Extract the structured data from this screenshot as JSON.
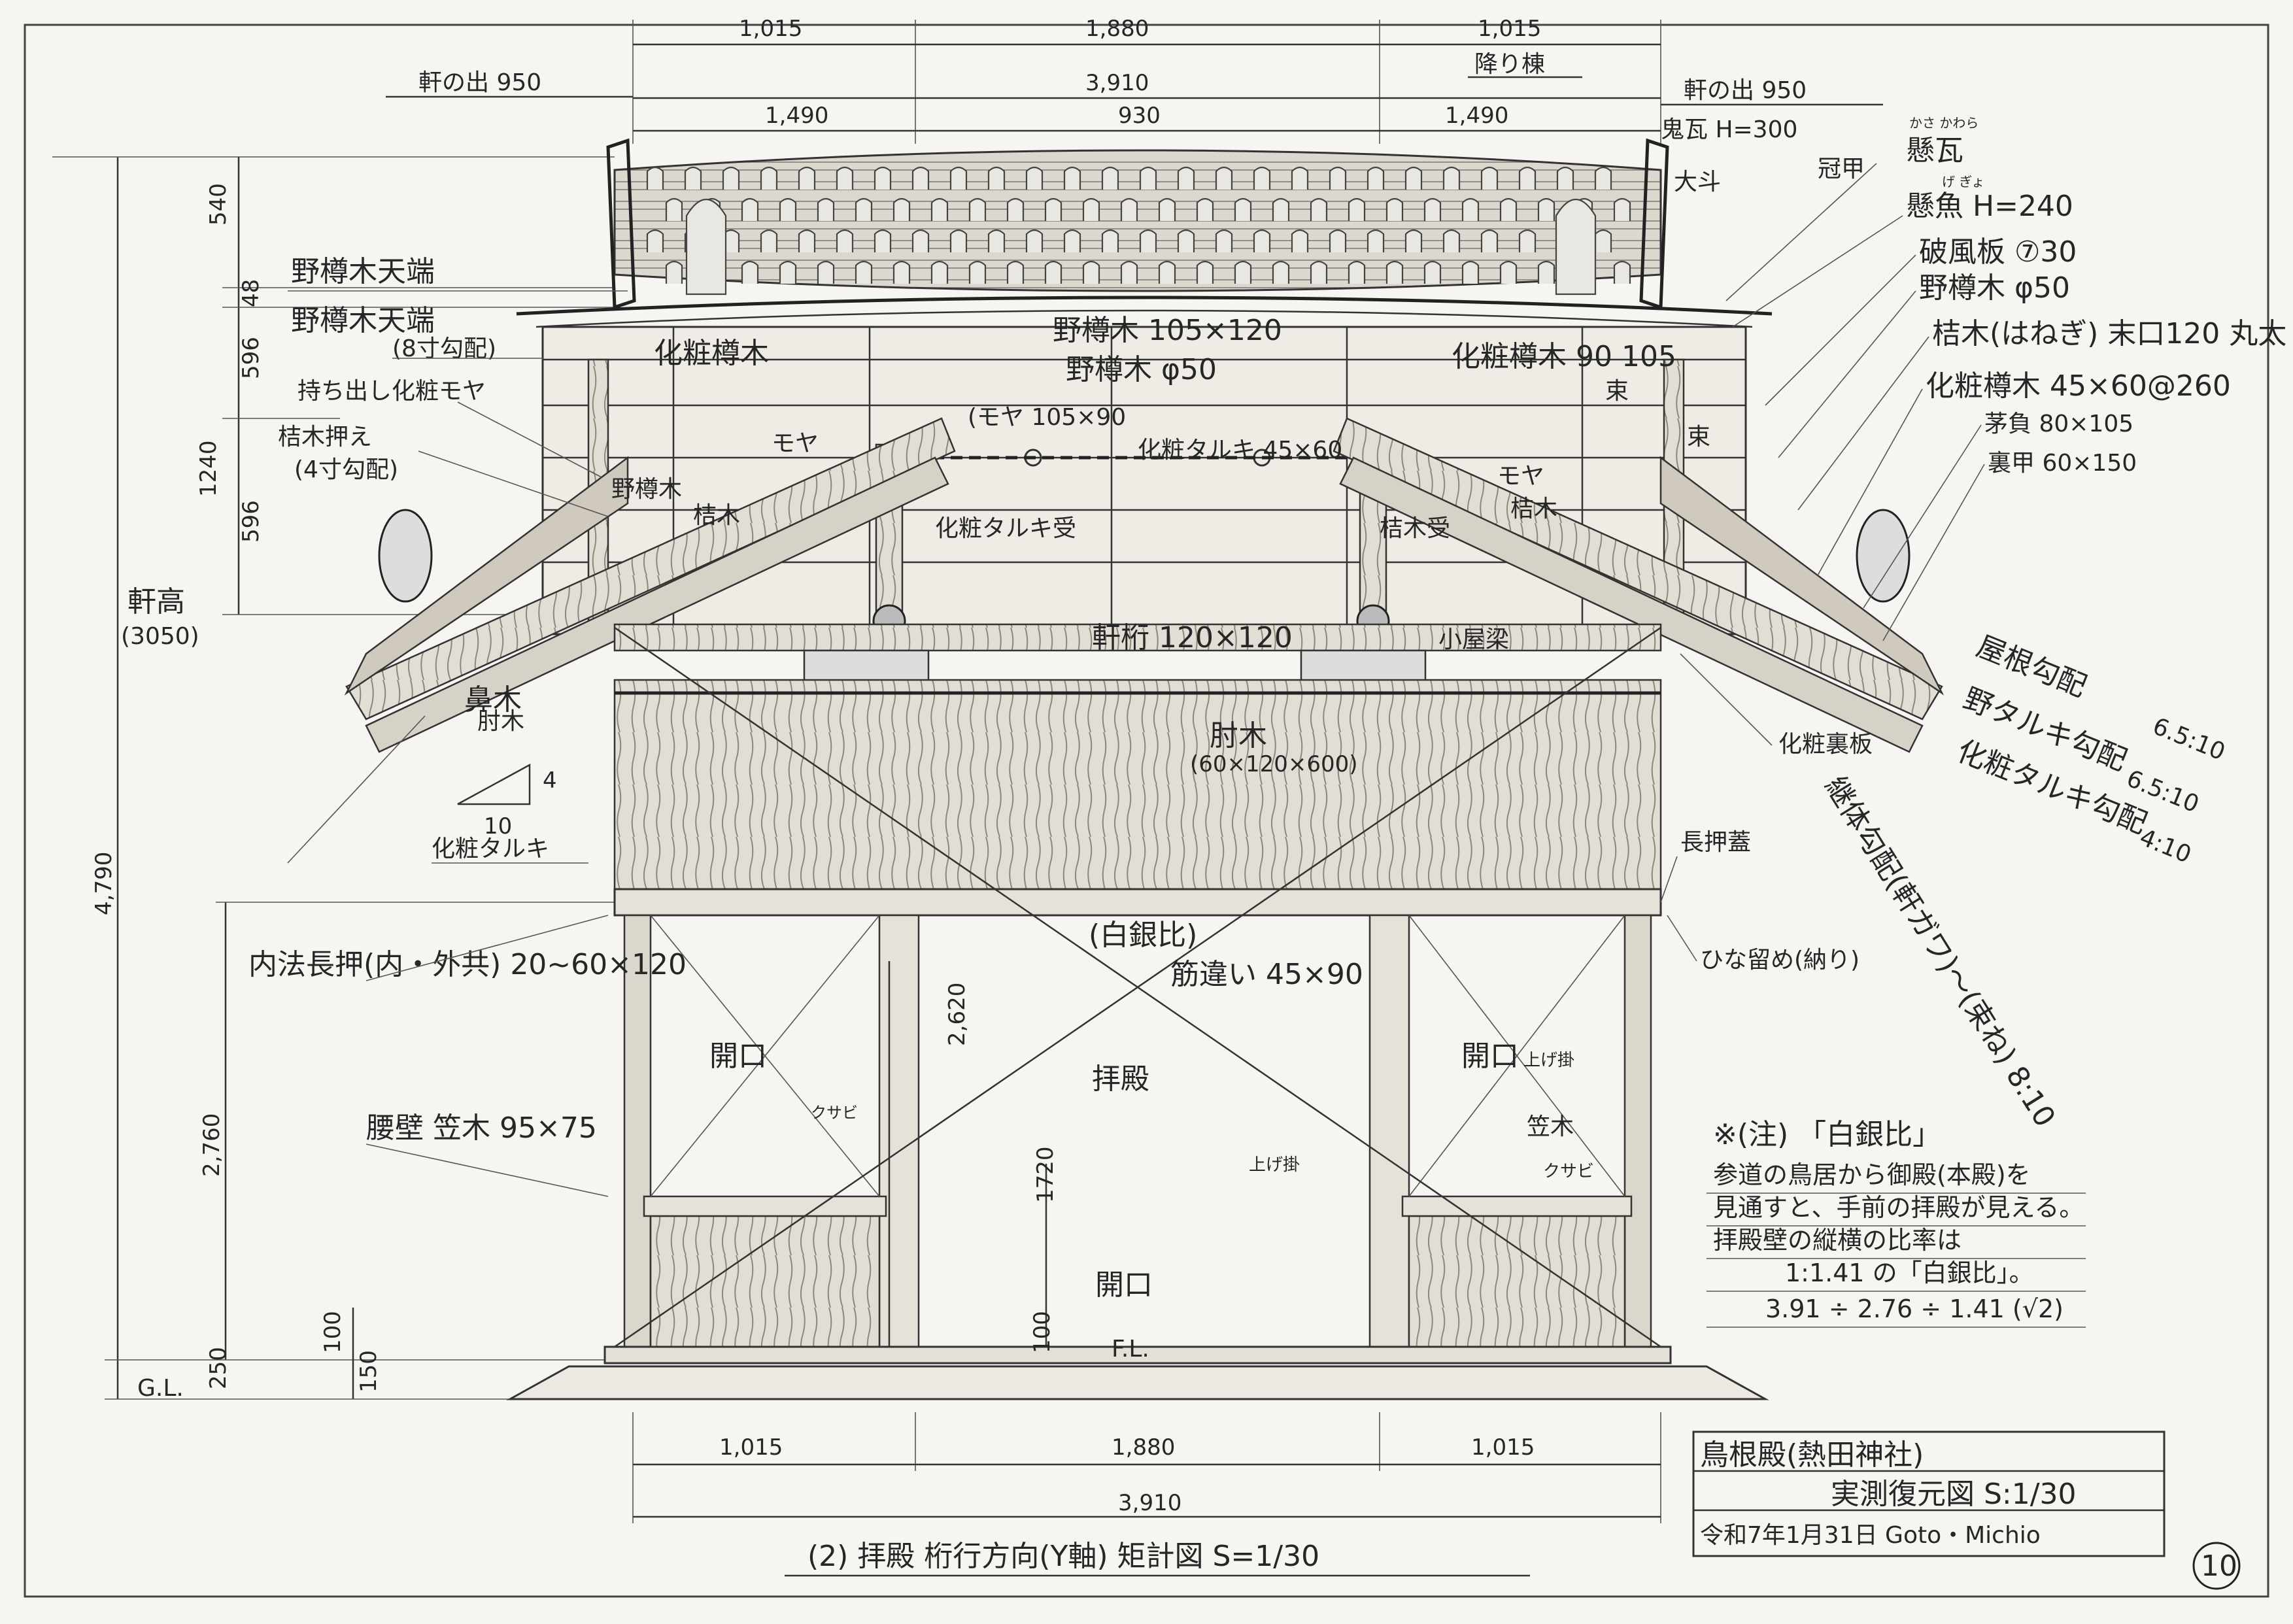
{
  "dimensions": {
    "top_seg_left": "1,015",
    "top_seg_mid": "1,880",
    "top_seg_right": "1,015",
    "top_total": "3,910",
    "top_sub_left": "1,490",
    "top_sub_mid": "930",
    "top_sub_right": "1,490",
    "eave_left": "軒の出 950",
    "eave_right": "軒の出 950",
    "ridge": "降り棟",
    "bottom_seg_left": "1,015",
    "bottom_seg_mid": "1,880",
    "bottom_seg_right": "1,015",
    "bottom_total": "3,910",
    "v540": "540",
    "v48": "48",
    "v596a": "596",
    "v1240": "1240",
    "v596b": "596",
    "v4790": "4,790",
    "v2760": "2,760",
    "v2620": "2,620",
    "v1720": "1720",
    "v250": "250",
    "v100a": "100",
    "v150": "150",
    "v100b": "100",
    "slope_4": "4",
    "slope_10": "10"
  },
  "labels": {
    "onigawara": "鬼瓦 H=300",
    "daito": "大斗",
    "kasagawara_ruby": "かさ かわら",
    "kasagawara": "懸瓦",
    "keno_ruby": "げ ぎょ",
    "keno": "懸魚 H=240",
    "hafuita": "破風板 ⑦30",
    "notaruki_phi": "野樽木 φ50",
    "hanegi": "桔木(はねぎ) 末口120 丸太",
    "keshotaruki_r": "化粧樽木 45×60@260",
    "kayaoi": "茅負 80×105",
    "uragou": "裏甲 60×150",
    "kanmuri": "冠甲",
    "notaruki_top1": "野樽木天端",
    "notaruki_top2": "野樽木天端",
    "notaruki_top2_note": "(8寸勾配)",
    "mochidashi": "持ち出し化粧モヤ",
    "hanegi_osae": "桔木押え",
    "osae_note": "(4寸勾配)",
    "nokidaka": "軒高",
    "nokidaka_val": "(3050)",
    "notaruki_main": "野樽木 105×120",
    "keshotaruki_l": "化粧樽木",
    "keshotaruki_90": "化粧樽木 90 105",
    "notaruki_phi2": "野樽木 φ50",
    "moya_105": "(モヤ 105×90",
    "moya_l": "モヤ",
    "keshotaruki_45": "化粧タルキ 45×60",
    "moya_r": "モヤ",
    "tsuka_l": "束",
    "tsuka_r": "束",
    "keshotaruki_gawa": "化粧タルキ受",
    "notaruki_diag": "野樽木",
    "hanegi_diag": "桔木",
    "hanegi_diag_r": "桔木",
    "hanegi_tsuka": "桔木受",
    "nokigeta": "軒桁 120×120",
    "koyabari": "小屋梁",
    "hanaki": "鼻木",
    "hijiki_l": "肘木",
    "hijiki_main": "肘木",
    "hijiki_size": "(60×120×600)",
    "keshotaruki_bl": "化粧タルキ",
    "keshoura": "化粧裏板",
    "yane_kobai": "屋根勾配",
    "yane_val": "6.5:10",
    "notaruki_kobai": "野タルキ勾配",
    "notaruki_val": "6.5:10",
    "kesho_kobai": "化粧タルキ勾配",
    "kesho_val": "4:10",
    "kusabi_kobai": "継体勾配(軒ガワ)〜(束ね) 8:10",
    "nageshi_futa": "長押蓋",
    "uchinori": "内法長押(内・外共) 20~60×120",
    "hina": "ひな留め(納り)",
    "hakugin_top": "(白銀比)",
    "sujikai": "筋違い 45×90",
    "kaiko_l": "開口",
    "kaiko_r": "開口",
    "kaiko_c": "開口",
    "haiden": "拝殿",
    "kusabi_l": "クサビ",
    "agekake_c": "上げ掛",
    "agekake_r": "上げ掛",
    "kasagi_r": "笠木",
    "kusabi_r": "クサビ",
    "koshikabe": "腰壁 笠木 95×75",
    "gl": "G.L.",
    "fl": "F.L."
  },
  "note": {
    "title": "※(注) 「白銀比」",
    "line1": "参道の鳥居から御殿(本殿)を",
    "line2": "見通すと、手前の拝殿が見える。",
    "line3": "拝殿壁の縦横の比率は",
    "line4": "1:1.41 の「白銀比」。",
    "line5": "3.91 ÷ 2.76 ÷ 1.41 (√2)"
  },
  "title_block": {
    "line1": "鳥根殿(熱田神社)",
    "line2": "実測復元図 S:1/30",
    "line3": "令和7年1月31日 Goto・Michio"
  },
  "caption": "(2) 拝殿 桁行方向(Y軸) 矩計図 S=1/30",
  "sheet_no": "10"
}
